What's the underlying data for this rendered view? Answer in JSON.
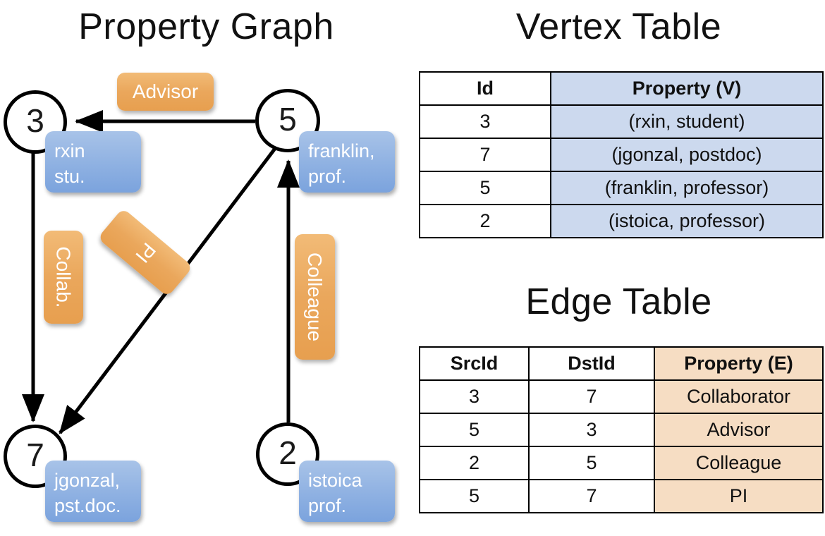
{
  "panels": {
    "graph_title": "Property Graph",
    "vertex_table_title": "Vertex Table",
    "edge_table_title": "Edge Table"
  },
  "graph": {
    "nodes": [
      {
        "id": "3",
        "property_label": "rxin\nstu."
      },
      {
        "id": "5",
        "property_label": "franklin,\nprof."
      },
      {
        "id": "7",
        "property_label": "jgonzal,\npst.doc."
      },
      {
        "id": "2",
        "property_label": "istoica\nprof."
      }
    ],
    "node_ids": {
      "three": "3",
      "five": "5",
      "seven": "7",
      "two": "2"
    },
    "node_props": {
      "rxin_line1": "rxin",
      "rxin_line2": "stu.",
      "franklin_line1": "franklin,",
      "franklin_line2": "prof.",
      "jgonzal_line1": "jgonzal,",
      "jgonzal_line2": "pst.doc.",
      "istoica_line1": "istoica",
      "istoica_line2": "prof."
    },
    "edge_labels": {
      "advisor": "Advisor",
      "collab": "Collab.",
      "pi": "PI",
      "colleague": "Colleague"
    },
    "edges": [
      {
        "from": "5",
        "to": "3",
        "label": "Advisor"
      },
      {
        "from": "3",
        "to": "7",
        "label": "Collab."
      },
      {
        "from": "5",
        "to": "7",
        "label": "PI"
      },
      {
        "from": "2",
        "to": "5",
        "label": "Colleague"
      }
    ]
  },
  "vertex_table": {
    "headers": [
      "Id",
      "Property (V)"
    ],
    "rows": [
      {
        "id": "3",
        "property": "(rxin, student)"
      },
      {
        "id": "7",
        "property": "(jgonzal, postdoc)"
      },
      {
        "id": "5",
        "property": "(franklin, professor)"
      },
      {
        "id": "2",
        "property": "(istoica, professor)"
      }
    ]
  },
  "edge_table": {
    "headers": [
      "SrcId",
      "DstId",
      "Property (E)"
    ],
    "rows": [
      {
        "src": "3",
        "dst": "7",
        "property": "Collaborator"
      },
      {
        "src": "5",
        "dst": "3",
        "property": "Advisor"
      },
      {
        "src": "2",
        "dst": "5",
        "property": "Colleague"
      },
      {
        "src": "5",
        "dst": "7",
        "property": "PI"
      }
    ]
  },
  "colors": {
    "vertex_property_fill": "#ccd9ee",
    "edge_property_fill": "#f6ddc3",
    "node_box_blue": "#8db0e0",
    "edge_box_orange": "#eaa75c",
    "stroke": "#000000"
  }
}
